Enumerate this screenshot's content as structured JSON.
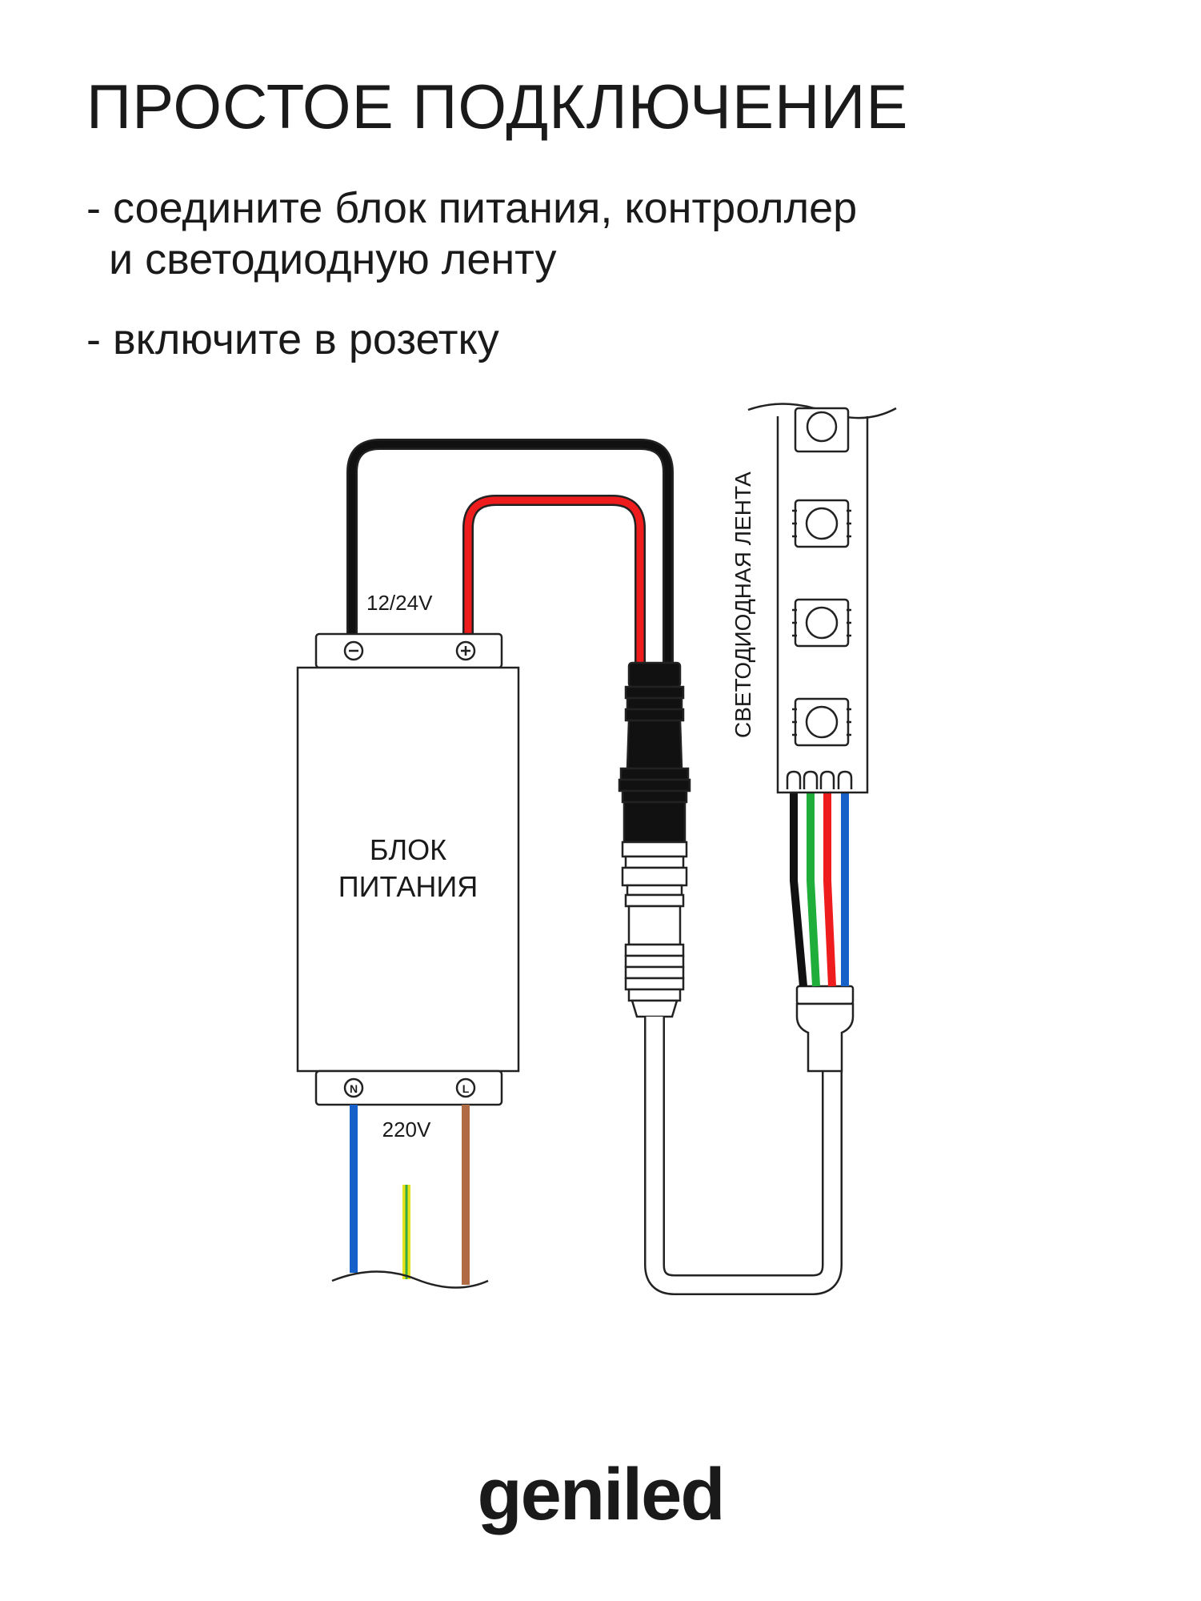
{
  "header": {
    "title": "ПРОСТОЕ ПОДКЛЮЧЕНИЕ"
  },
  "steps": [
    {
      "line1": "- соедините блок питания, контроллер",
      "line2": "и светодиодную ленту"
    },
    {
      "line1": "- включите в розетку"
    }
  ],
  "diagram": {
    "power_unit_label_line1": "БЛОК",
    "power_unit_label_line2": "ПИТАНИЯ",
    "output_voltage": "12/24V",
    "input_voltage": "220V",
    "terminal_minus": "−",
    "terminal_plus": "+",
    "terminal_n": "N",
    "terminal_l": "L",
    "strip_label": "СВЕТОДИОДНАЯ ЛЕНТА"
  },
  "colors": {
    "wire_black": "#111111",
    "wire_red": "#ee1c1c",
    "wire_green": "#1fae3a",
    "wire_blue": "#1560c9",
    "wire_brown": "#b06a44",
    "wire_ground_yellow": "#e8e21a",
    "wire_ground_green": "#3aa845",
    "outline": "#222222"
  },
  "brand": {
    "logo_text": "geniled"
  }
}
